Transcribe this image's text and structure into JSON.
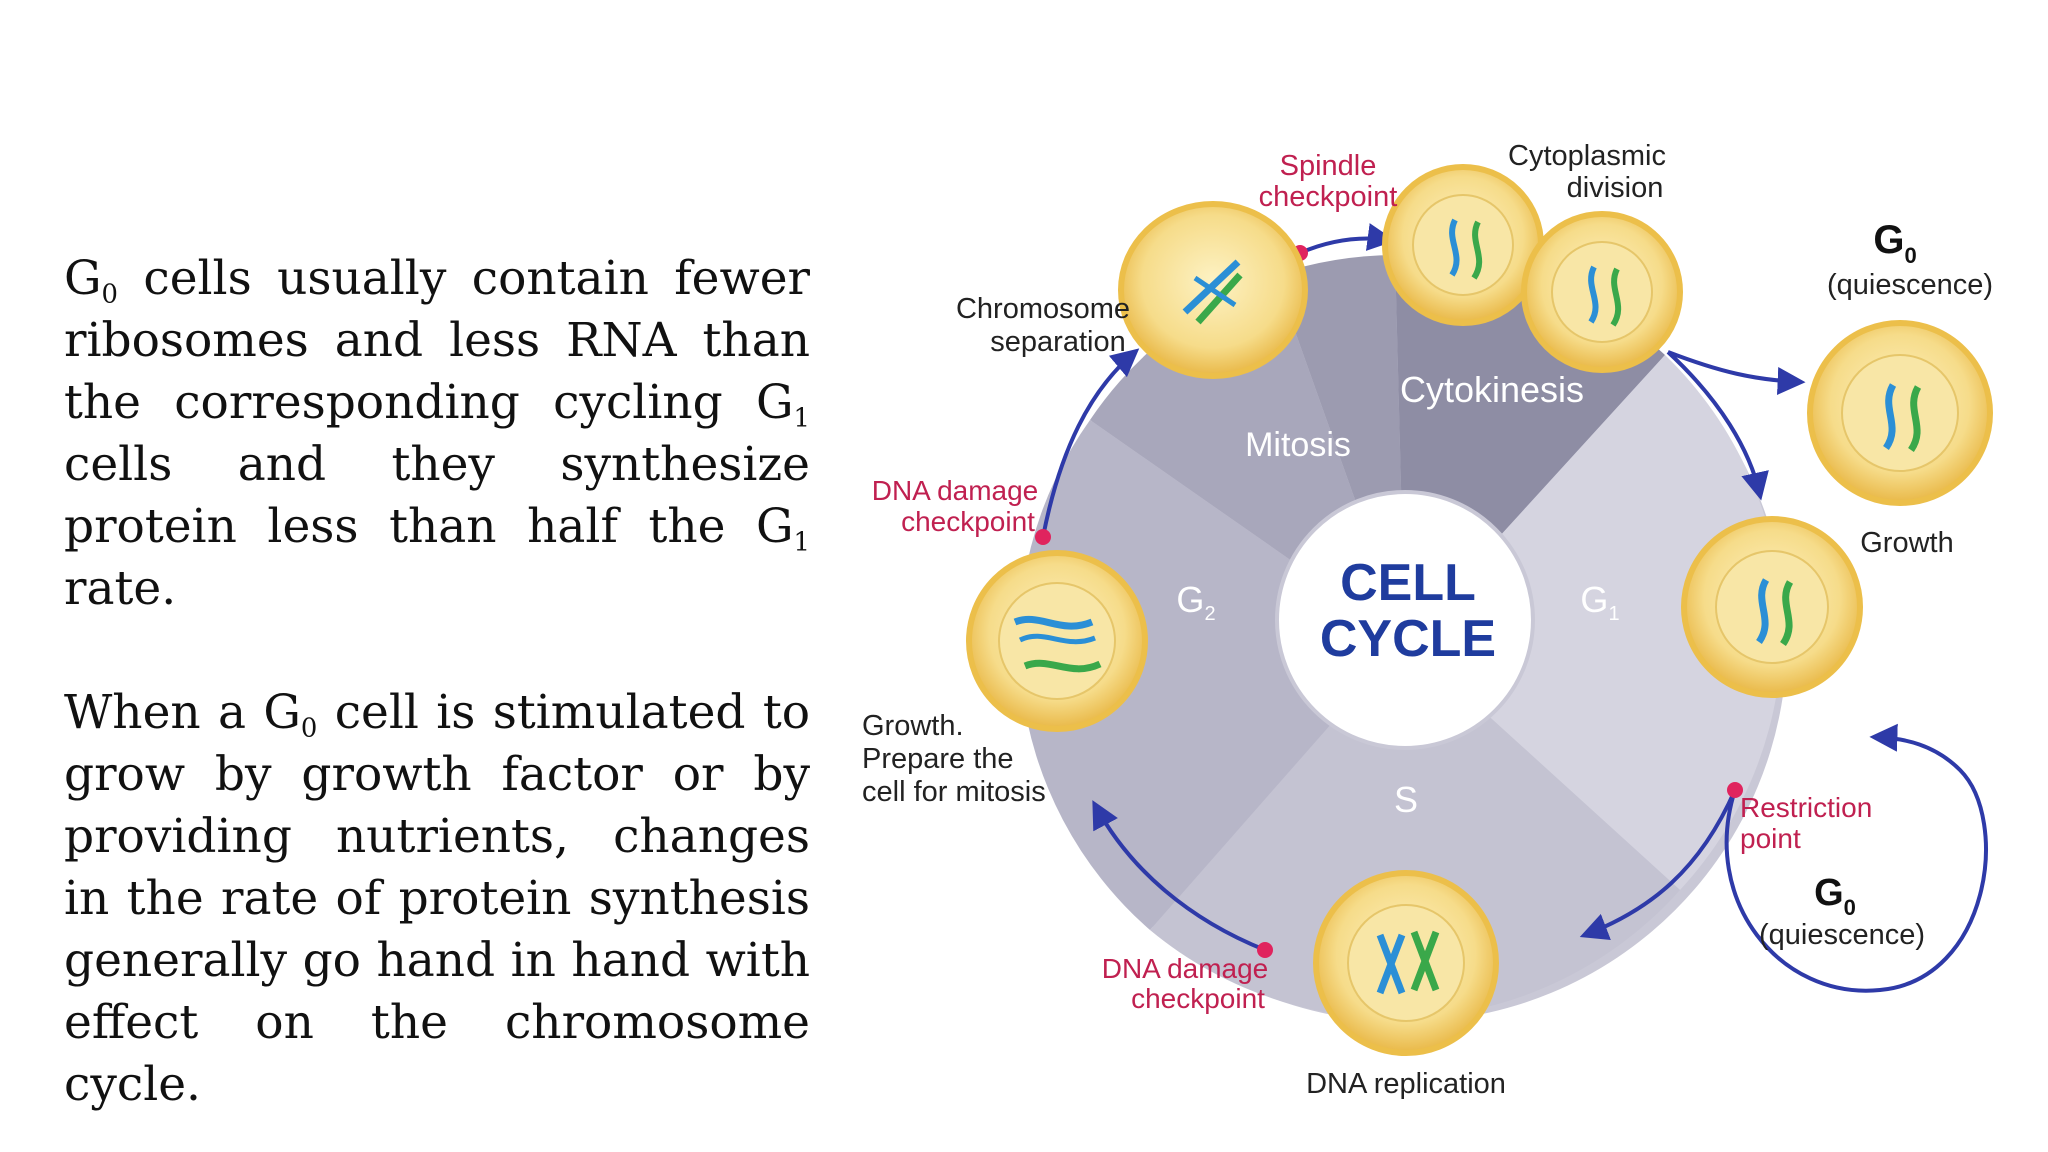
{
  "paragraph1": {
    "p1": "G",
    "p1_sub": "0",
    "p2": " cells usually contain fewer ribosomes and less RNA than the corresponding cycling G",
    "p2_sub": "1",
    "p3": " cells and they synthesize protein less than half the G",
    "p3_sub": "1",
    "p4": " rate."
  },
  "paragraph2": {
    "p1": "When a G",
    "p1_sub": "0",
    "p2": " cell is stimulated to grow by growth factor or by providing nutrients, changes in the rate of protein synthesis generally go hand in hand with effect on the chromosome cycle."
  },
  "diagram": {
    "center": {
      "line1": "CELL",
      "line2": "CYCLE"
    },
    "phases": {
      "mitosis": "Mitosis",
      "cytokinesis": "Cytokinesis",
      "g1": "G",
      "g1_sub": "1",
      "s": "S",
      "g2": "G",
      "g2_sub": "2"
    },
    "labels": {
      "chromosome_separation_1": "Chromosome",
      "chromosome_separation_2": "separation",
      "spindle_checkpoint_1": "Spindle",
      "spindle_checkpoint_2": "checkpoint",
      "cytoplasmic_division_1": "Cytoplasmic",
      "cytoplasmic_division_2": "division",
      "g0_top": "G",
      "g0_top_sub": "0",
      "g0_top_quiescence": "(quiescence)",
      "growth": "Growth",
      "restriction_point_1": "Restriction",
      "restriction_point_2": "point",
      "g0_bottom": "G",
      "g0_bottom_sub": "0",
      "g0_bottom_quiescence": "(quiescence)",
      "dna_replication": "DNA replication",
      "dna_damage_bottom_1": "DNA damage",
      "dna_damage_bottom_2": "checkpoint",
      "growth_prepare_1": "Growth.",
      "growth_prepare_2": "Prepare the",
      "growth_prepare_3": "cell for mitosis",
      "dna_damage_left_1": "DNA damage",
      "dna_damage_left_2": "checkpoint"
    },
    "colors": {
      "arrow": "#2e3aa8",
      "checkpoint": "#e0245e",
      "checkpoint_text": "#c02050",
      "center_text": "#1f3c9e",
      "cell_fill": "#f6dc8a",
      "cell_rim": "#ecbf4a",
      "chromosome_blue": "#2b8fd6",
      "chromosome_green": "#3aa84a"
    }
  }
}
